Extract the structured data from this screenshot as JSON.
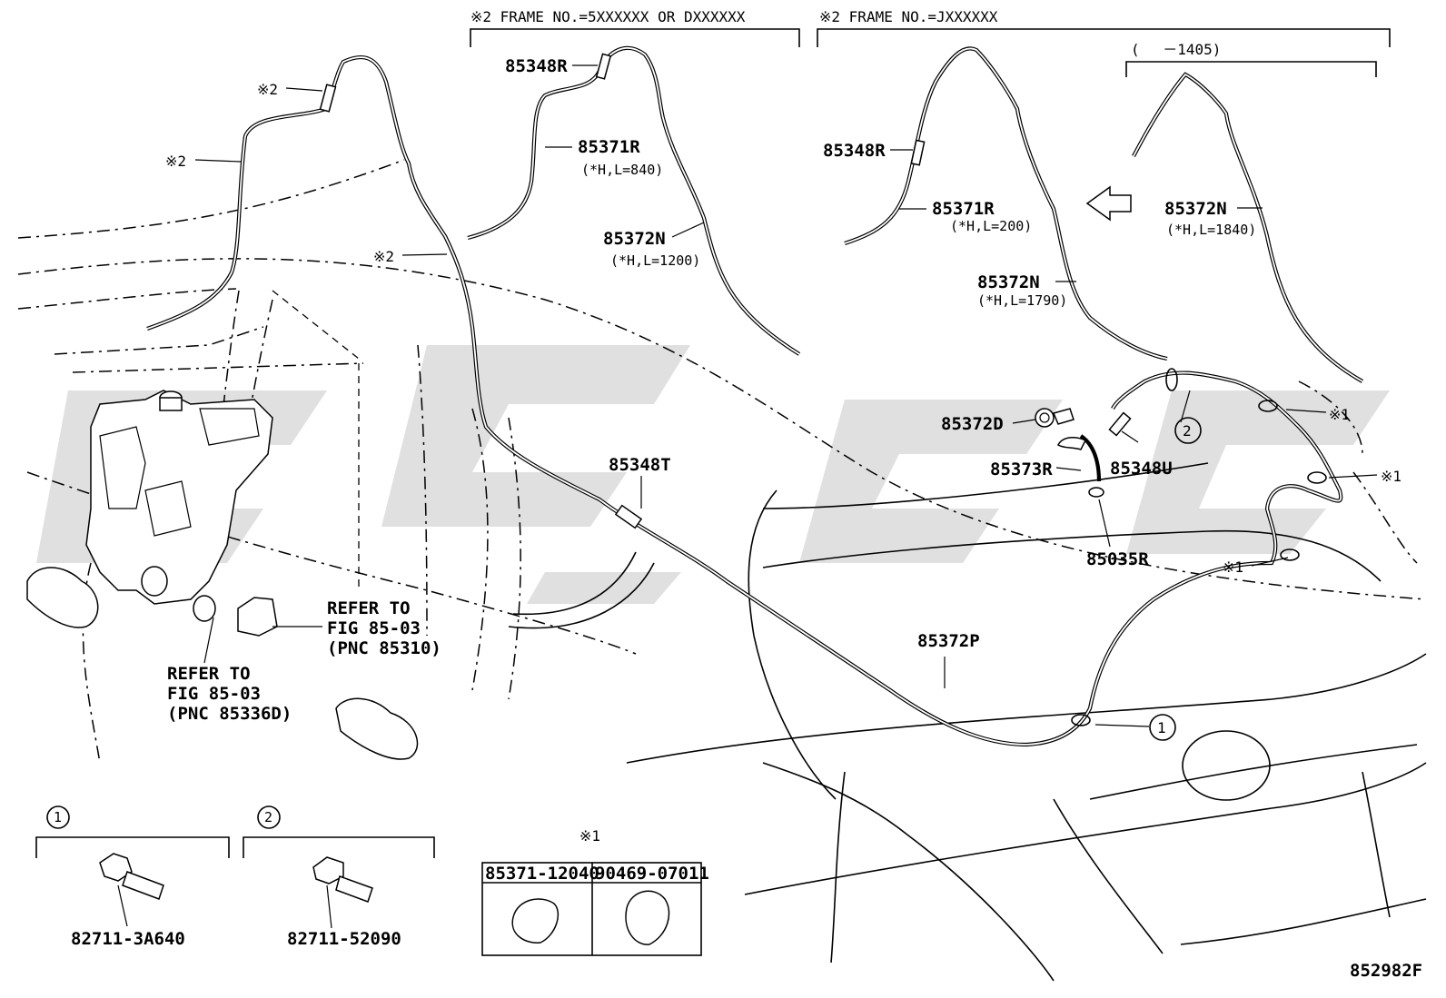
{
  "headers": {
    "frame5": "※2 FRAME NO.=5XXXXXX OR DXXXXXX",
    "frameJ": "※2 FRAME NO.=JXXXXXX",
    "range": "(　 －1405)"
  },
  "callouts": {
    "p85348R_a": "85348R",
    "p85371R_a": "85371R",
    "p85371R_a_len": "(*H,L=840)",
    "p85372N_a": "85372N",
    "p85372N_a_len": "(*H,L=1200)",
    "p85348R_b": "85348R",
    "p85371R_b": "85371R",
    "p85371R_b_len": "(*H,L=200)",
    "p85372N_b": "85372N",
    "p85372N_b_len": "(*H,L=1790)",
    "p85372N_c": "85372N",
    "p85372N_c_len": "(*H,L=1840)",
    "p85348T": "85348T",
    "p85372D": "85372D",
    "p85373R": "85373R",
    "p85348U": "85348U",
    "p85035R": "85035R",
    "p85372P": "85372P"
  },
  "marks": {
    "x2_top": "※2",
    "x2_left": "※2",
    "x2_mid": "※2",
    "x1_a": "※1",
    "x1_b": "※1",
    "x1_c": "※1",
    "x1_table": "※1",
    "circle1": "1",
    "circle2": "2"
  },
  "refer": {
    "r1_line1": "REFER TO",
    "r1_line2": "FIG 85-03",
    "r1_line3": "(PNC 85310)",
    "r2_line1": "REFER TO",
    "r2_line2": "FIG 85-03",
    "r2_line3": "(PNC 85336D)"
  },
  "clips": {
    "clip1_no": "1",
    "clip1_part": "82711-3A640",
    "clip2_no": "2",
    "clip2_part": "82711-52090"
  },
  "clamp_table": {
    "col1": "85371-12040",
    "col2": "90469-07011"
  },
  "drawing_id": "852982F"
}
